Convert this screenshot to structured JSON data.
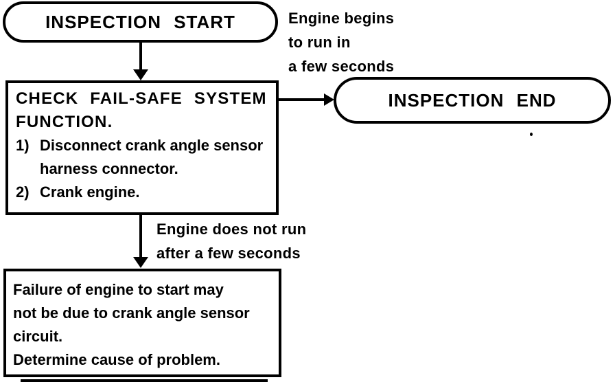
{
  "flowchart": {
    "start": {
      "label": "INSPECTION START"
    },
    "end": {
      "label": "INSPECTION END"
    },
    "yes_branch": {
      "lines": [
        "Engine begins",
        "to run in",
        "a few seconds"
      ]
    },
    "no_branch": {
      "lines": [
        "Engine does not run",
        "after a few seconds"
      ]
    },
    "check": {
      "title_lines": [
        "CHECK FAIL-SAFE SYSTEM",
        "FUNCTION."
      ],
      "steps": [
        {
          "num": "1)",
          "lines": [
            "Disconnect crank angle sensor",
            "harness connector."
          ]
        },
        {
          "num": "2)",
          "lines": [
            "Crank engine."
          ]
        }
      ]
    },
    "result": {
      "lines": [
        "Failure of engine to start may",
        "not be due to crank angle sensor",
        "circuit.",
        "Determine cause of problem."
      ]
    },
    "colors": {
      "ink": "#000000",
      "paper": "#ffffff"
    }
  }
}
